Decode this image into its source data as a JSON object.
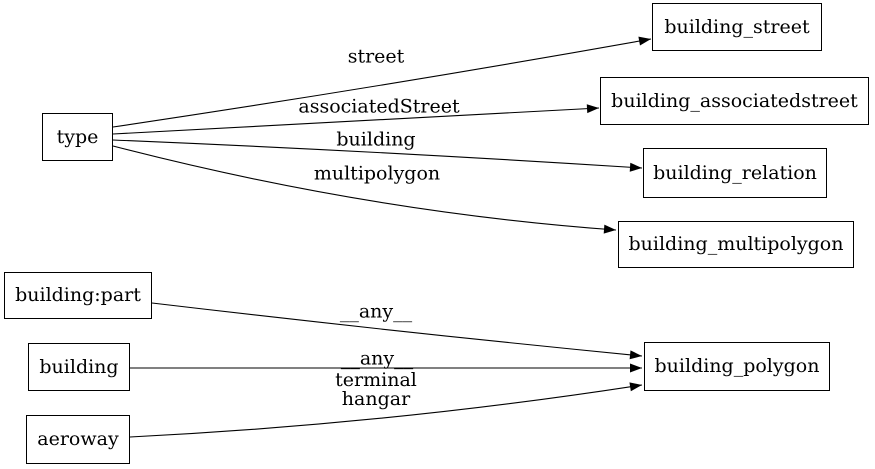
{
  "diagram": {
    "type": "directed-graph",
    "colors": {
      "background": "#ffffff",
      "node_fill": "#ffffff",
      "node_border": "#000000",
      "edge_stroke": "#000000",
      "text": "#000000"
    },
    "nodes": [
      {
        "id": "type",
        "label": "type"
      },
      {
        "id": "building:part",
        "label": "building:part"
      },
      {
        "id": "building",
        "label": "building"
      },
      {
        "id": "aeroway",
        "label": "aeroway"
      },
      {
        "id": "building_street",
        "label": "building_street"
      },
      {
        "id": "building_associatedstreet",
        "label": "building_associatedstreet"
      },
      {
        "id": "building_relation",
        "label": "building_relation"
      },
      {
        "id": "building_multipolygon",
        "label": "building_multipolygon"
      },
      {
        "id": "building_polygon",
        "label": "building_polygon"
      }
    ],
    "edges": [
      {
        "from": "type",
        "to": "building_street",
        "label": "street"
      },
      {
        "from": "type",
        "to": "building_associatedstreet",
        "label": "associatedStreet"
      },
      {
        "from": "type",
        "to": "building_relation",
        "label": "building"
      },
      {
        "from": "type",
        "to": "building_multipolygon",
        "label": "multipolygon"
      },
      {
        "from": "building:part",
        "to": "building_polygon",
        "label": "__any__"
      },
      {
        "from": "building",
        "to": "building_polygon",
        "label": "__any__"
      },
      {
        "from": "aeroway",
        "to": "building_polygon",
        "label": "terminal\nhangar"
      }
    ]
  }
}
